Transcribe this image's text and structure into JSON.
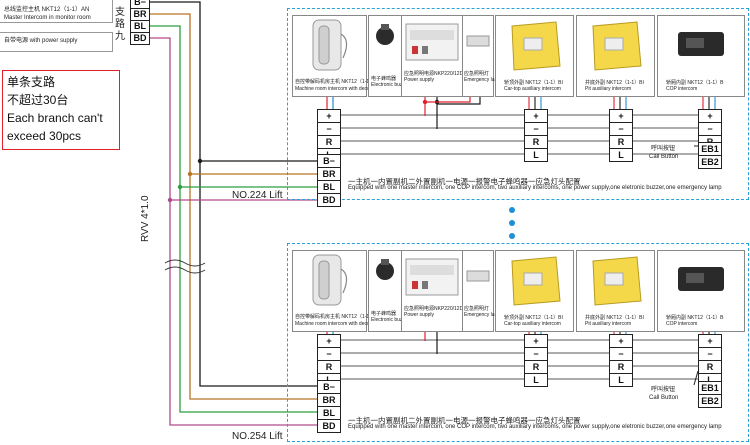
{
  "master": {
    "line1": "总线监控主机 NKT12（1-1）AN",
    "line2": "Master Intercom in monitor room",
    "power": "自带电源 with power supply"
  },
  "branch": {
    "label_chars": [
      "支",
      "路",
      "九"
    ],
    "terminals": [
      "B−",
      "BR",
      "BL",
      "BD"
    ]
  },
  "note": {
    "line1": "单条支路",
    "line2": "不超过30台",
    "line3": "Each branch can't",
    "line4": "exceed 30pcs"
  },
  "cable": "RVV 4*1.0",
  "lifts": [
    {
      "label": "NO.224 Lift"
    },
    {
      "label": "NO.254 Lift"
    }
  ],
  "devices": {
    "machine_room_zh": "自控带解码机房主机 NKT12（1-1）AC",
    "machine_room_en": "Machine room intercom with decoder",
    "buzzer_zh": "电子蜂鸣器",
    "buzzer_en": "Electronic buzzer",
    "power_zh": "应急照明电源NKP220/12D",
    "power_en": "Power supply",
    "lamp_zh": "应急照明灯",
    "lamp_en": "Emergency lamp",
    "cartop_zh": "轿顶外副 NKT12（1-1）BI",
    "cartop_en": "Car-top auxiliary intercom",
    "pit_zh": "井底外副 NKT12（1-1）BI",
    "pit_en": "Pit auxiliary intercom",
    "cop_zh": "轿厢内副 NKT12（1-1）B",
    "cop_en": "COP intercom"
  },
  "bus_terminals": [
    "+",
    "−",
    "R",
    "L"
  ],
  "device_bus_labels": [
    "B−",
    "BR",
    "BL",
    "BD"
  ],
  "call_button": {
    "zh": "呼叫按钮",
    "en": "Call Button",
    "terminals": [
      "EB1",
      "EB2"
    ]
  },
  "config": {
    "zh": "一主机一内置副机二外置副机一电源一报警电子蜂鸣器一应急灯头配置",
    "en": "Equipped with one master intercom, one COP intercom, two auxiliary intercoms, one power supply,one eletronic buzzer,one emergency lamp"
  },
  "colors": {
    "blue": "#1e90d6",
    "black": "#1a1a1a",
    "red": "#e0212b",
    "brown": "#b87424",
    "green": "#2e9e3e",
    "purple": "#b04a8a",
    "orange": "#f0a030",
    "dashed": "#2aa0d8"
  }
}
